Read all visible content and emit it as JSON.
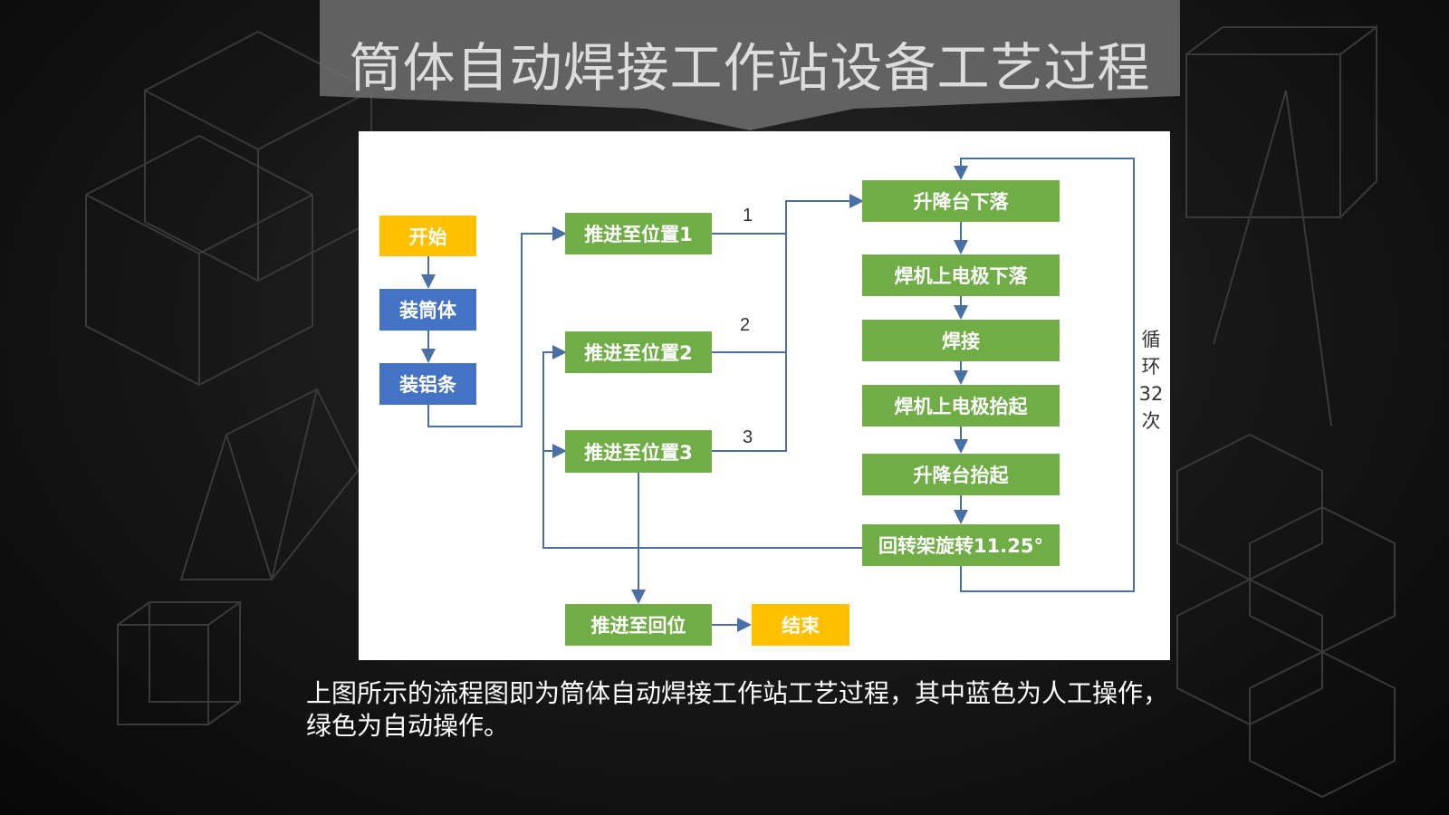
{
  "slide": {
    "title": "筒体自动焊接工作站设备工艺过程",
    "caption": "上图所示的流程图即为筒体自动焊接工作站工艺过程，其中蓝色为人工操作，绿色为自动操作。"
  },
  "colors": {
    "start_end": "#FFC000",
    "manual": "#4472C4",
    "auto": "#70AD47",
    "connector": "#4a6fa5"
  },
  "flowchart": {
    "nodes": {
      "start": "开始",
      "load_cylinder": "装筒体",
      "load_aluminum": "装铝条",
      "push_pos1": "推进至位置1",
      "push_pos2": "推进至位置2",
      "push_pos3": "推进至位置3",
      "lift_down": "升降台下落",
      "electrode_down": "焊机上电极下落",
      "weld": "焊接",
      "electrode_up": "焊机上电极抬起",
      "lift_up": "升降台抬起",
      "rotate": "回转架旋转11.25°",
      "push_home": "推进至回位",
      "end": "结束"
    },
    "edge_labels": {
      "pos1": "1",
      "pos2": "2",
      "pos3": "3"
    },
    "loop_label": "循环32次"
  }
}
